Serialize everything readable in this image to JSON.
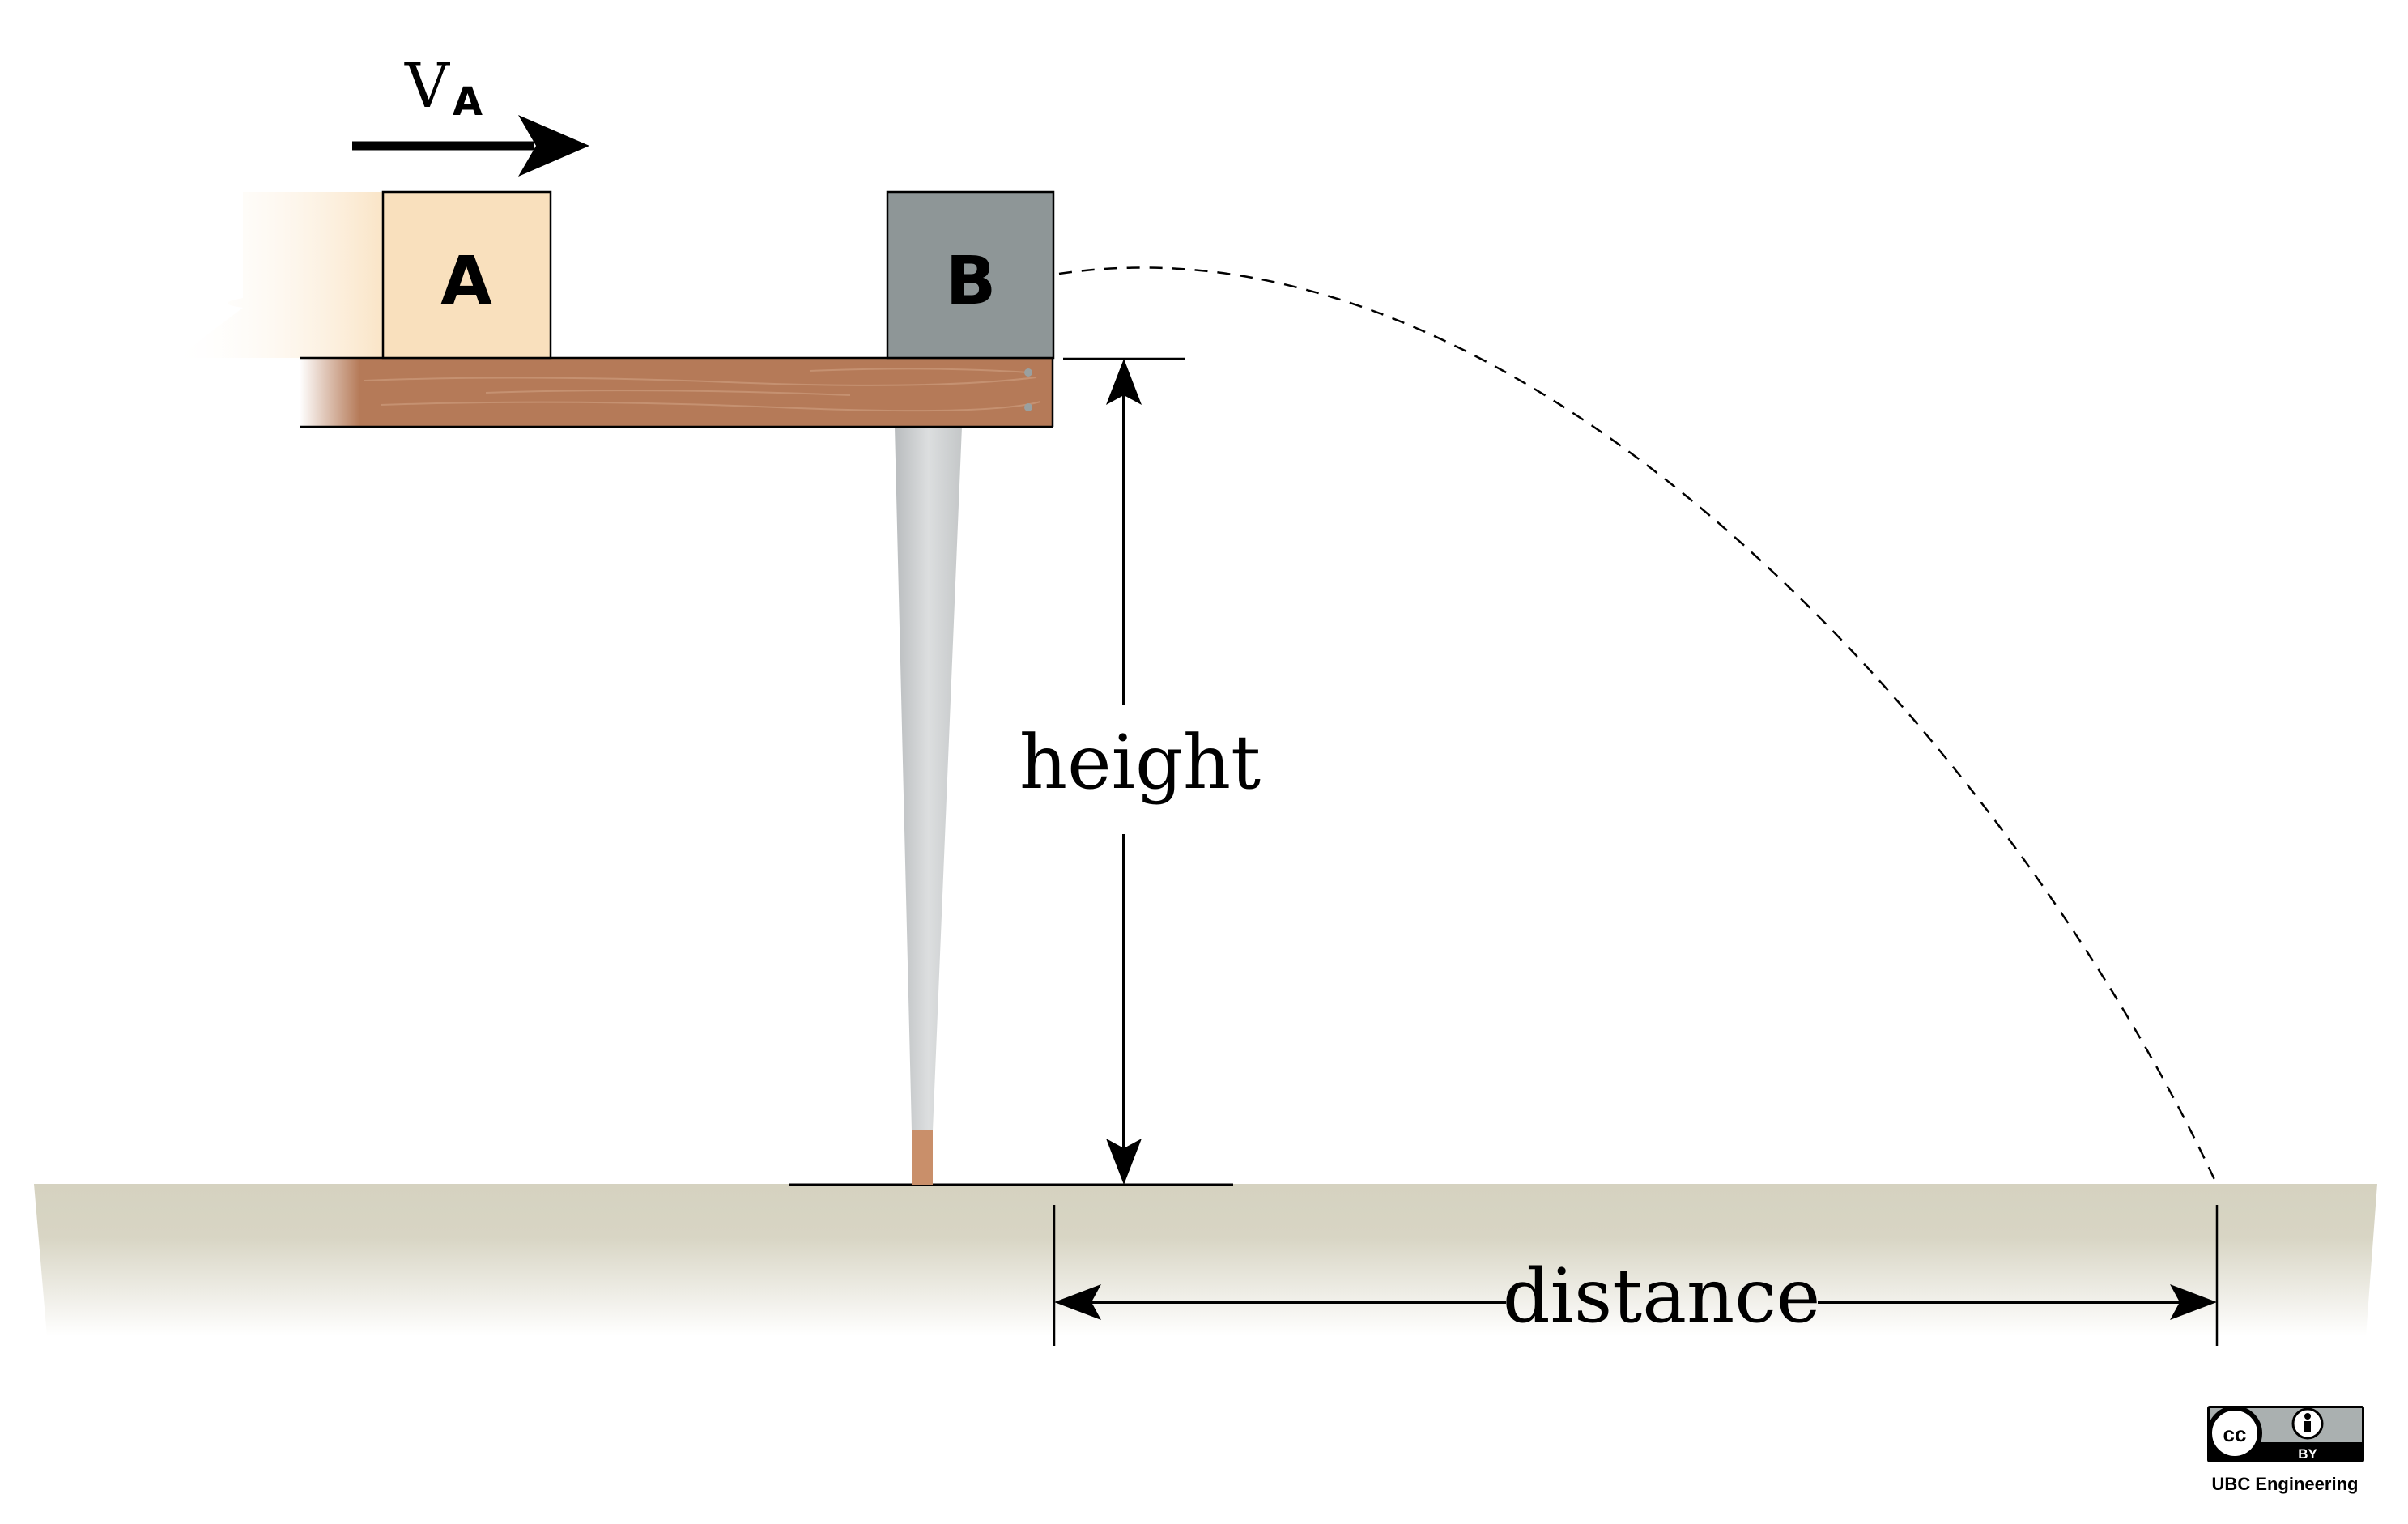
{
  "labels": {
    "velocity_main": "V",
    "velocity_sub": "A",
    "block_a": "A",
    "block_b": "B",
    "height": "height",
    "distance": "distance"
  },
  "license": {
    "cc": "cc",
    "by": "BY",
    "credit": "UBC Engineering"
  },
  "colors": {
    "block_a_fill": "#f9e0bd",
    "block_b_fill": "#8e9697",
    "plank_fill": "#b57a58",
    "ground_fill": "#d5d2c0",
    "leg_fill": "#c9cccd",
    "leg_foot": "#c98f6a"
  }
}
